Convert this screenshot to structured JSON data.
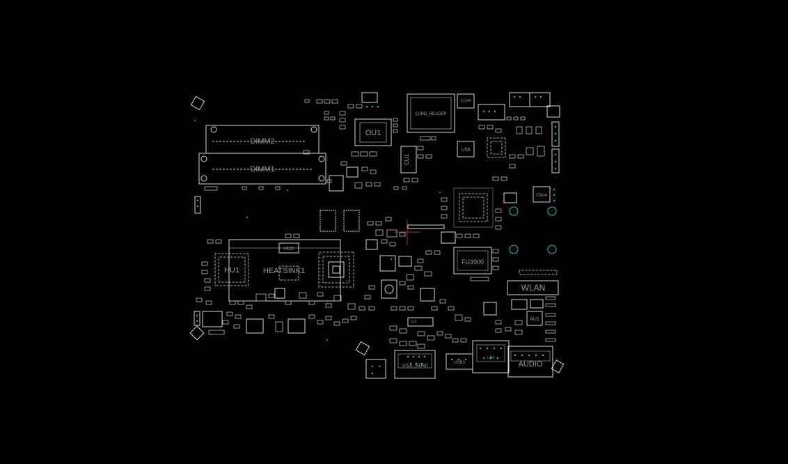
{
  "viewer": {
    "background_color": "#000000",
    "outline_color": "#d6d6d6",
    "pin_color": "#33b6c2",
    "label_color": "#9a9a9a",
    "cursor_color": "#c05050"
  },
  "board": {
    "components": {
      "dimm2": "DIMM2",
      "dimm1": "DIMM1",
      "ou1": "OU1",
      "cu1": "CU1",
      "card_reader": "CARD_READER",
      "u56": "U56",
      "hu1": "HU1",
      "hu2": "HU2",
      "heatsink1": "HEATSINK1",
      "fu3900": "FU3900",
      "wlan": "WLAN",
      "au1": "AU1",
      "audio": "AUDIO",
      "vga_hdmi": "VGA_HDMI",
      "usb3": "USB3",
      "cbu4": "CBU4",
      "u1": "U1",
      "lan": "LAN",
      "c1104": "C1104"
    }
  }
}
